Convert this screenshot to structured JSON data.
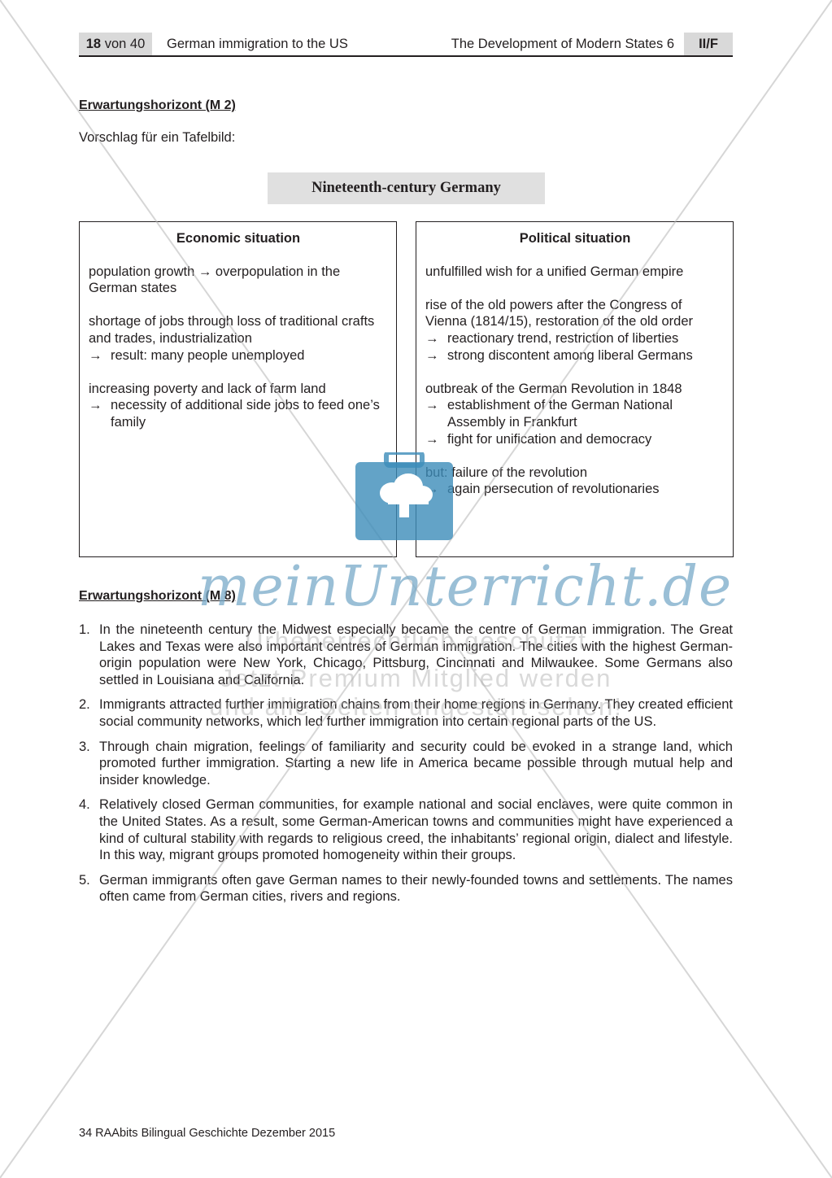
{
  "header": {
    "page_number": "18",
    "page_of": "von 40",
    "title": "German immigration to the US",
    "series": "The Development of Modern States 6",
    "section": "II/F"
  },
  "heading1": "Erwartungshorizont (M 2)",
  "intro": "Vorschlag für ein Tafelbild:",
  "banner": "Nineteenth-century Germany",
  "economic": {
    "title": "Economic situation",
    "p1": "population growth → overpopulation in the German states",
    "p2": "shortage of jobs through loss of traditional crafts and trades, industrialization",
    "p2_arrow": "result: many people unemployed",
    "p3": "increasing poverty and lack of farm land",
    "p3_arrow": "necessity of additional side jobs to feed one’s family"
  },
  "political": {
    "title": "Political situation",
    "p1": "unfulfilled wish for a unified German empire",
    "p2": "rise of the old powers after the Congress of Vienna (1814/15), restoration of the old order",
    "p2_arrow1": "reactionary trend, restriction of liberties",
    "p2_arrow2": "strong discontent among liberal Germans",
    "p3": "outbreak of the German Revolution in 1848",
    "p3_arrow1": "establishment of the German National Assembly in Frankfurt",
    "p3_arrow2": "fight for unification and democracy",
    "p4": "but: failure of the revolution",
    "p4_arrow": "again persecution of revolutionaries"
  },
  "arrow": "→",
  "heading2": "Erwartungshorizont (M 8)",
  "items": [
    {
      "n": "1.",
      "text": "In the nineteenth century the Midwest especially became the centre of German immigration. The Great Lakes and Texas were also important centres of German immigration. The cities with the highest German-origin population were New York, Chicago, Pittsburg, Cincinnati and Milwaukee. Some Germans also settled in Louisiana and California."
    },
    {
      "n": "2.",
      "text": "Immigrants attracted further immigration chains from their home regions in Germany. They created efficient social community networks, which led further immigration into certain regional parts of the US."
    },
    {
      "n": "3.",
      "text": "Through chain migration, feelings of familiarity and security could be evoked in a strange land, which promoted further immigration. Starting a new life in America became possible through mutual help and insider knowledge."
    },
    {
      "n": "4.",
      "text": "Relatively closed German communities, for example national and social enclaves, were quite common in the United States. As a result, some German-American towns and communities might have experienced a kind of cultural stability with regards to religious creed, the inhabitants’ regional origin, dialect and lifestyle. In this way, migrant groups promoted homogeneity within their groups."
    },
    {
      "n": "5.",
      "text": "German immigrants often gave German names to their newly-founded towns and settlements. The names often came from German cities, rivers and regions."
    }
  ],
  "footer": "34 RAAbits Bilingual Geschichte Dezember 2015",
  "watermark": {
    "logo": "meinUnterricht.de",
    "line1": "Urheberrechtlich geschützt",
    "line2": "Jetzt Premium Mitglied werden",
    "line3": "und alle Seiten ungestört sehen!"
  }
}
